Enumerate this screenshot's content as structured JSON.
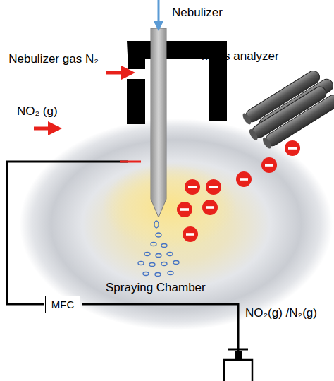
{
  "diagram": {
    "nodes": [
      {
        "text": [
          "MFC"
        ]
      }
    ],
    "labels": [
      "Nebulizer",
      "Nebulizer gas N₂",
      "mass analyzer",
      "NO₂ (g)",
      "Spraying Chamber",
      "NO₂(g) /N₂(g)"
    ]
  }
}
